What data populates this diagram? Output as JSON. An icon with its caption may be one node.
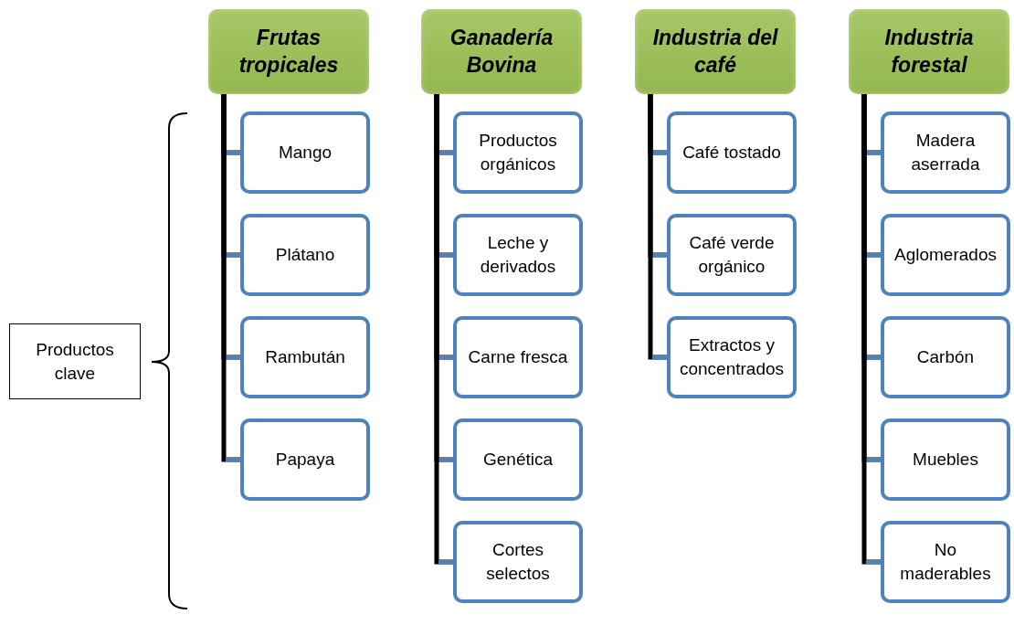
{
  "diagram": {
    "nodes": [
      {
        "text": [
          "Productos clave"
        ]
      },
      {
        "text": [
          "Frutas tropicales"
        ]
      },
      {
        "text": [
          "Mango"
        ]
      },
      {
        "text": [
          "Plátano"
        ]
      },
      {
        "text": [
          "Rambután"
        ]
      },
      {
        "text": [
          "Papaya"
        ]
      },
      {
        "text": [
          "Ganadería Bovina"
        ]
      },
      {
        "text": [
          "Productos orgánicos"
        ]
      },
      {
        "text": [
          "Leche y derivados"
        ]
      },
      {
        "text": [
          "Carne fresca"
        ]
      },
      {
        "text": [
          "Genética"
        ]
      },
      {
        "text": [
          "Cortes selectos"
        ]
      },
      {
        "text": [
          "Industria del café"
        ]
      },
      {
        "text": [
          "Café tostado"
        ]
      },
      {
        "text": [
          "Café verde orgánico"
        ]
      },
      {
        "text": [
          "Extractos y concentrados"
        ]
      },
      {
        "text": [
          "Industria forestal"
        ]
      },
      {
        "text": [
          "Madera aserrada"
        ]
      },
      {
        "text": [
          "Aglomerados"
        ]
      },
      {
        "text": [
          "Carbón"
        ]
      },
      {
        "text": [
          "Muebles"
        ]
      },
      {
        "text": [
          "No maderables"
        ]
      }
    ],
    "edges": [
      {
        "from": 1,
        "to": 2,
        "arrow": "none"
      },
      {
        "from": 1,
        "to": 3,
        "arrow": "none"
      },
      {
        "from": 1,
        "to": 4,
        "arrow": "none"
      },
      {
        "from": 1,
        "to": 5,
        "arrow": "none"
      },
      {
        "from": 6,
        "to": 7,
        "arrow": "none"
      },
      {
        "from": 6,
        "to": 8,
        "arrow": "none"
      },
      {
        "from": 6,
        "to": 9,
        "arrow": "none"
      },
      {
        "from": 6,
        "to": 10,
        "arrow": "none"
      },
      {
        "from": 6,
        "to": 11,
        "arrow": "none"
      },
      {
        "from": 12,
        "to": 13,
        "arrow": "none"
      },
      {
        "from": 12,
        "to": 14,
        "arrow": "none"
      },
      {
        "from": 12,
        "to": 15,
        "arrow": "none"
      },
      {
        "from": 16,
        "to": 17,
        "arrow": "none"
      },
      {
        "from": 16,
        "to": 18,
        "arrow": "none"
      },
      {
        "from": 16,
        "to": 19,
        "arrow": "none"
      },
      {
        "from": 16,
        "to": 20,
        "arrow": "none"
      },
      {
        "from": 16,
        "to": 21,
        "arrow": "none"
      }
    ]
  }
}
